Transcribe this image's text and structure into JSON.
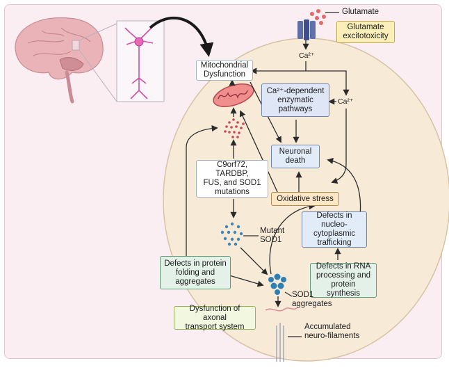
{
  "diagram": {
    "glutamate": "Glutamate",
    "glutamate_excitotoxicity": "Glutamate\nexcitotoxicity",
    "ca_top": "Ca²⁺",
    "ca_right": "Ca²⁺",
    "mitochondrial_dysfunction": "Mitochondrial\nDysfunction",
    "ca_dependent_pathways": "Ca²⁺-dependent\nenzymatic\npathways",
    "neuronal_death": "Neuronal\ndeath",
    "oxidative_stress": "Oxidative stress",
    "mutations": "C9orf72, TARDBP,\nFUS, and SOD1\nmutations",
    "mutant_sod1": "Mutant\nSOD1",
    "nucleocytoplasmic": "Defects in nucleo-\ncytoplasmic\ntrafficking",
    "protein_folding": "Defects in protein\nfolding and\naggregates",
    "rna_processing": "Defects in RNA\nprocessing and\nprotein synthesis",
    "sod1_aggregates": "SOD1\naggregates",
    "axonal_transport": "Dysfunction of axonal\ntransport  system",
    "neurofilaments": "Accumulated\nneuro-filaments"
  },
  "colors": {
    "background_card": "#fbeef2",
    "cell_body": "#f7ead7",
    "arrow": "#2b2b2b",
    "mitochondrion": "#f08d8d",
    "dots_red": "#c8465a",
    "dots_blue": "#3f86b8"
  }
}
